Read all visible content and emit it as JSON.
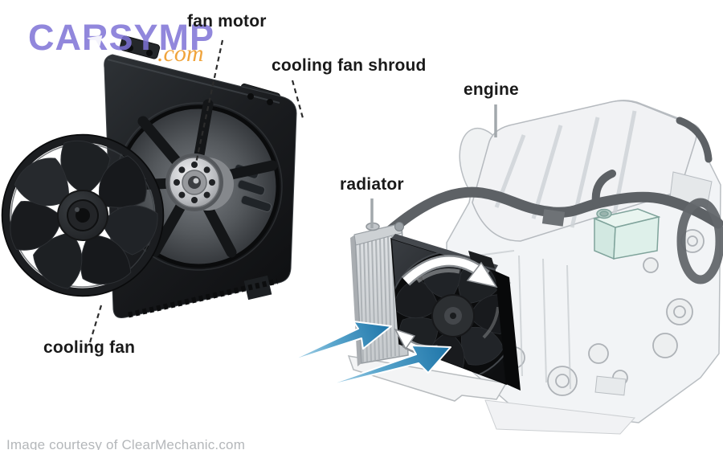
{
  "diagram": {
    "watermark": {
      "brand": "CARSYMP",
      "tld": ".com"
    },
    "callouts": {
      "fan_motor": "fan motor",
      "cooling_fan_shroud": "cooling fan shroud",
      "engine": "engine",
      "radiator": "radiator",
      "cooling_fan": "cooling fan"
    },
    "credit": "Image courtesy of ClearMechanic.com",
    "colors": {
      "watermark_brand": "#7e73d6",
      "watermark_tld": "#f0a43c",
      "airflow_arrow_blue": "#2e86ba",
      "label_text": "#1a1a1a",
      "credit_text": "#b4b7ba"
    }
  }
}
